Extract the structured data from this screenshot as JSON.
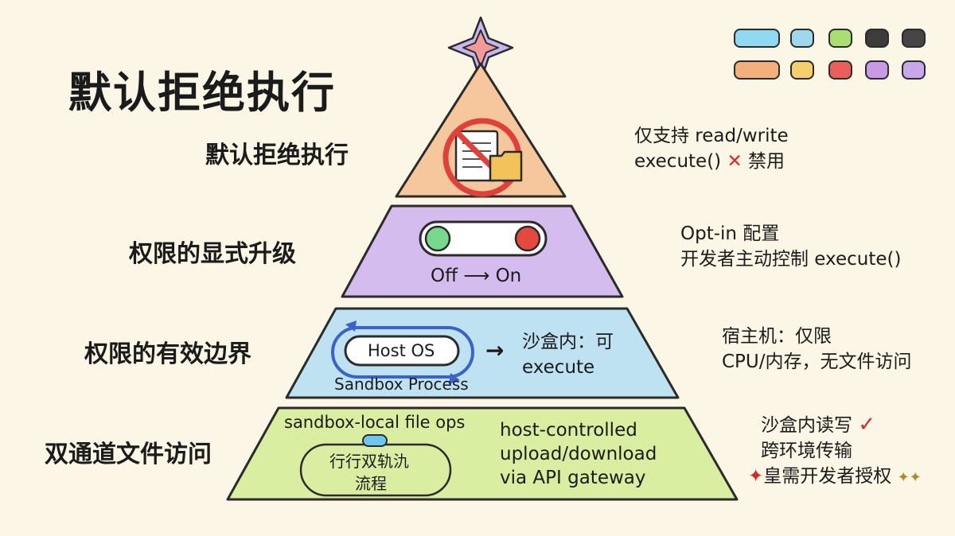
{
  "title": "默认拒绝执行",
  "palette": [
    "#8fd9f1",
    "#9fd8ee",
    "#a9df72",
    "#3c3c3c",
    "#454545",
    "#f4b07c",
    "#f4cf6c",
    "#ea5f5b",
    "#c89ae6",
    "#c9a5ea"
  ],
  "layers": [
    {
      "label": "默认拒绝执行",
      "color": "#f6c79c",
      "icon": "no-execute-document-icon",
      "note": {
        "line1": "仅支持 read/write",
        "line2_text": "execute()",
        "line2_mark": "✕",
        "line2_suffix": "禁用"
      }
    },
    {
      "label": "权限的显式升级",
      "color": "#d4bdee",
      "switch": {
        "off_color": "#76d98d",
        "on_color": "#e5483f",
        "off_label": "Off",
        "arrow": "⟶",
        "on_label": "On"
      },
      "note": {
        "line1": "Opt-in 配置",
        "line2": "开发者主动控制 execute()"
      }
    },
    {
      "label": "权限的有效边界",
      "color": "#bfe2f3",
      "sandbox": {
        "host_label": "Host OS",
        "process_label": "Sandbox Process",
        "arrow": "→",
        "result_line1": "沙盒内：可",
        "result_line2": "execute"
      },
      "note": {
        "line1": "宿主机：仅限",
        "line2": "CPU/内存，无文件访问"
      }
    },
    {
      "label": "双通道文件访问",
      "color": "#d9eea0",
      "channels": {
        "top_label": "sandbox-local file ops",
        "track_line1": "行行双轨氿",
        "track_line2": "流程",
        "gateway_line1": "host-controlled",
        "gateway_line2": "upload/download",
        "gateway_line3": "via API gateway"
      },
      "note": {
        "line1": "沙盒内读写",
        "line1_mark": "✓",
        "line2": "跨环境传输",
        "line3_lead_mark": "✦",
        "line3": "皇需开发者授权",
        "line3_trail_mark": "✦✦"
      }
    }
  ]
}
